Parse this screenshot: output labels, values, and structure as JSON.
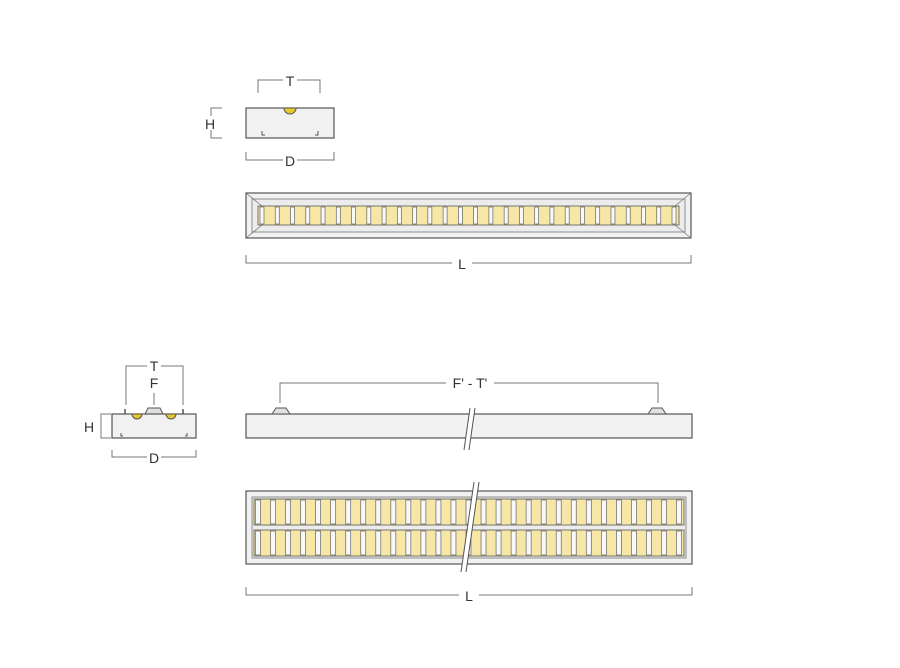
{
  "colors": {
    "line": "#555555",
    "dim": "#777777",
    "housing": "#f1f1f1",
    "led": "#f7e7a6",
    "led_dot": "#e8c82a"
  },
  "diagram1": {
    "label_T": "T",
    "label_H": "H",
    "label_D": "D",
    "label_L": "L",
    "louver_count": 28
  },
  "diagram2": {
    "label_T": "T",
    "label_F": "F",
    "label_H": "H",
    "label_D": "D",
    "label_FT": "F' - T'",
    "label_L": "L",
    "louver_rows": 2,
    "louver_cols": 29
  }
}
